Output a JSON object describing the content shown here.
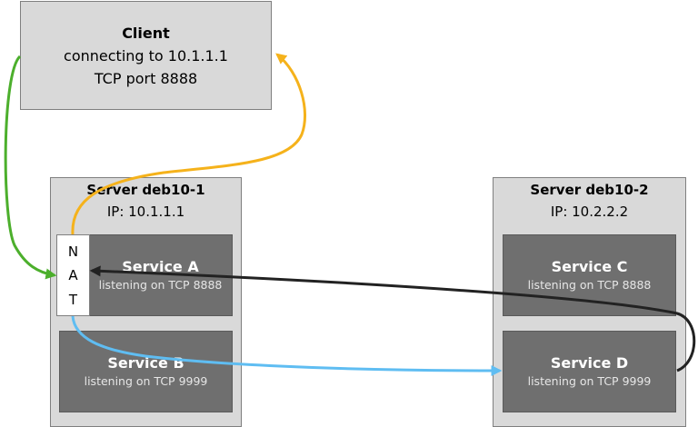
{
  "client": {
    "title": "Client",
    "line1": "connecting to 10.1.1.1",
    "line2": "TCP port 8888"
  },
  "server1": {
    "title": "Server deb10-1",
    "ip": "IP: 10.1.1.1",
    "nat_letters": [
      "N",
      "A",
      "T"
    ],
    "services": [
      {
        "name": "Service A",
        "desc": "listening on TCP 8888"
      },
      {
        "name": "Service B",
        "desc": "listening on TCP 9999"
      }
    ]
  },
  "server2": {
    "title": "Server deb10-2",
    "ip": "IP: 10.2.2.2",
    "services": [
      {
        "name": "Service C",
        "desc": "listening on TCP 8888"
      },
      {
        "name": "Service D",
        "desc": "listening on TCP 9999"
      }
    ]
  },
  "colors": {
    "green": "#4caf2c",
    "orange": "#f5b21b",
    "blue": "#5fbdf2",
    "black": "#222222"
  }
}
